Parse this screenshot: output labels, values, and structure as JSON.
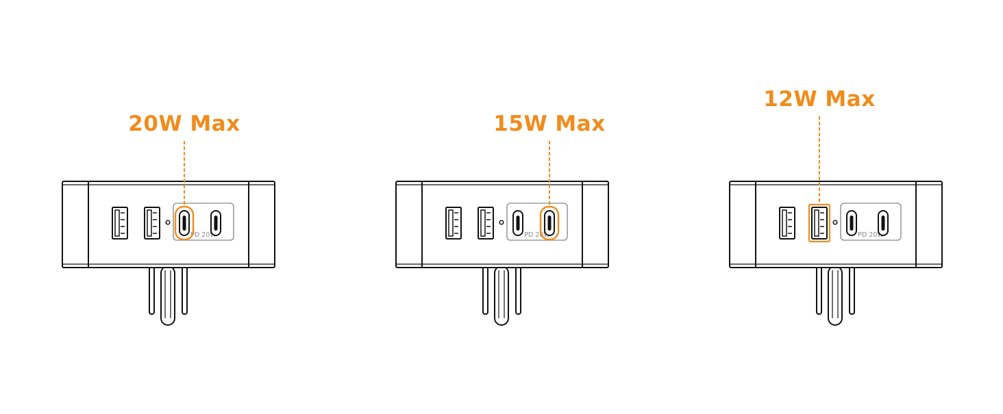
{
  "accent_color": "#f08c1c",
  "stroke_color": "#111111",
  "port_group_label_color": "#888888",
  "chargers": [
    {
      "power_label": "20W Max",
      "pd_label": "PD 20W",
      "ports": [
        "usb-a",
        "usb-a",
        "usb-c",
        "usb-c"
      ],
      "highlighted_port": 2
    },
    {
      "power_label": "15W Max",
      "pd_label": "PD 20W",
      "ports": [
        "usb-a",
        "usb-a",
        "usb-c",
        "usb-c"
      ],
      "highlighted_port": 3
    },
    {
      "power_label": "12W Max",
      "pd_label": "PD 20W",
      "ports": [
        "usb-a",
        "usb-a",
        "usb-c",
        "usb-c"
      ],
      "highlighted_port": 1
    }
  ]
}
